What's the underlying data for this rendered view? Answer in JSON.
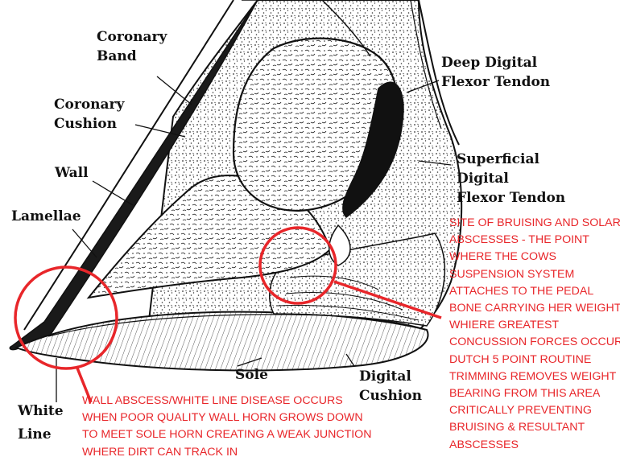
{
  "colors": {
    "annotation": "#e8262a",
    "outline": "#111111",
    "paper": "#ffffff"
  },
  "labels": {
    "coronary_band": [
      "Coronary",
      "Band"
    ],
    "coronary_cushion": [
      "Coronary",
      "Cushion"
    ],
    "wall": "Wall",
    "lamellae": "Lamellae",
    "white_line": [
      "White",
      "Line"
    ],
    "sole": "Sole",
    "digital_cushion": [
      "Digital",
      "Cushion"
    ],
    "ddf_tendon": [
      "Deep Digital",
      "Flexor Tendon"
    ],
    "sdf_tendon": [
      "Superficial",
      "Digital",
      "Flexor Tendon"
    ]
  },
  "annotations": {
    "bruising_site": [
      "SITE OF BRUISING AND SOLAR",
      "ABSCESSES - THE POINT",
      "WHERE THE COWS",
      "SUSPENSION SYSTEM",
      "ATTACHES TO THE PEDAL",
      "BONE CARRYING HER WEIGHT",
      "WHIERE GREATEST",
      "CONCUSSION FORCES OCCUR:",
      "DUTCH 5 POINT ROUTINE",
      "TRIMMING REMOVES WEIGHT",
      "BEARING FROM THIS AREA",
      "CRITICALLY PREVENTING",
      "BRUISING & RESULTANT",
      "ABSCESSES"
    ],
    "white_line_disease": [
      "WALL ABSCESS/WHITE LINE DISEASE OCCURS",
      "WHEN POOR QUALITY WALL HORN GROWS DOWN",
      "TO MEET SOLE HORN CREATING A WEAK JUNCTION",
      "WHERE DIRT CAN TRACK IN"
    ]
  }
}
